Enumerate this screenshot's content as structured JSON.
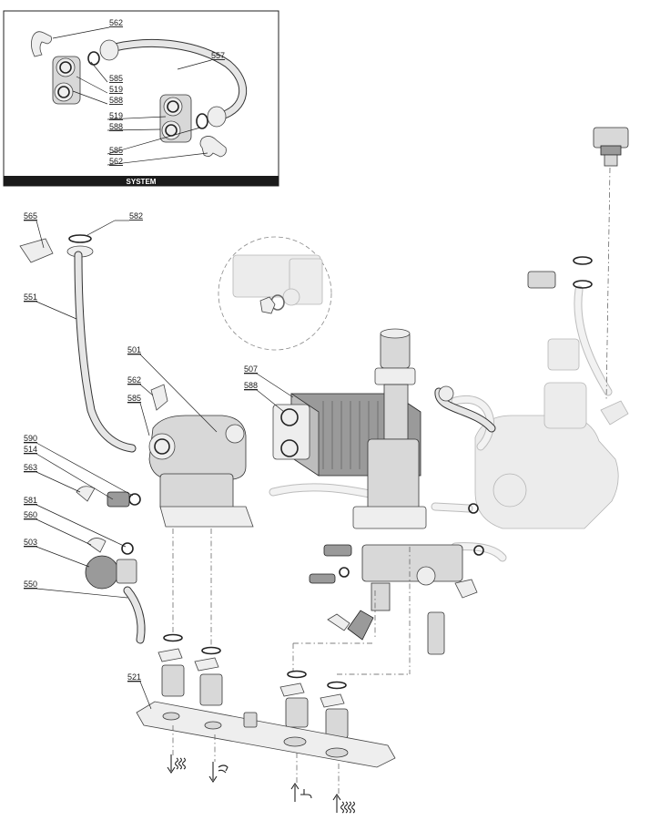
{
  "inset": {
    "title": "SYSTEM",
    "labels": [
      "562",
      "557",
      "585",
      "519",
      "588",
      "519",
      "588",
      "585",
      "562"
    ]
  },
  "labels": {
    "l565": "565",
    "l582": "582",
    "l551": "551",
    "l501": "501",
    "l562": "562",
    "l585": "585",
    "l590": "590",
    "l514": "514",
    "l563": "563",
    "l581": "581",
    "l560": "560",
    "l503": "503",
    "l550": "550",
    "l521": "521",
    "l507": "507",
    "l588": "588"
  },
  "colors": {
    "frame": "#222222",
    "inset_bar": "#1a1a1a",
    "part_fill": "#d8d8d8",
    "ghost_fill": "#ececec"
  },
  "icons": [
    "flow-out-icon",
    "flow-return-icon",
    "cold-water-in-icon",
    "gas-in-icon"
  ]
}
